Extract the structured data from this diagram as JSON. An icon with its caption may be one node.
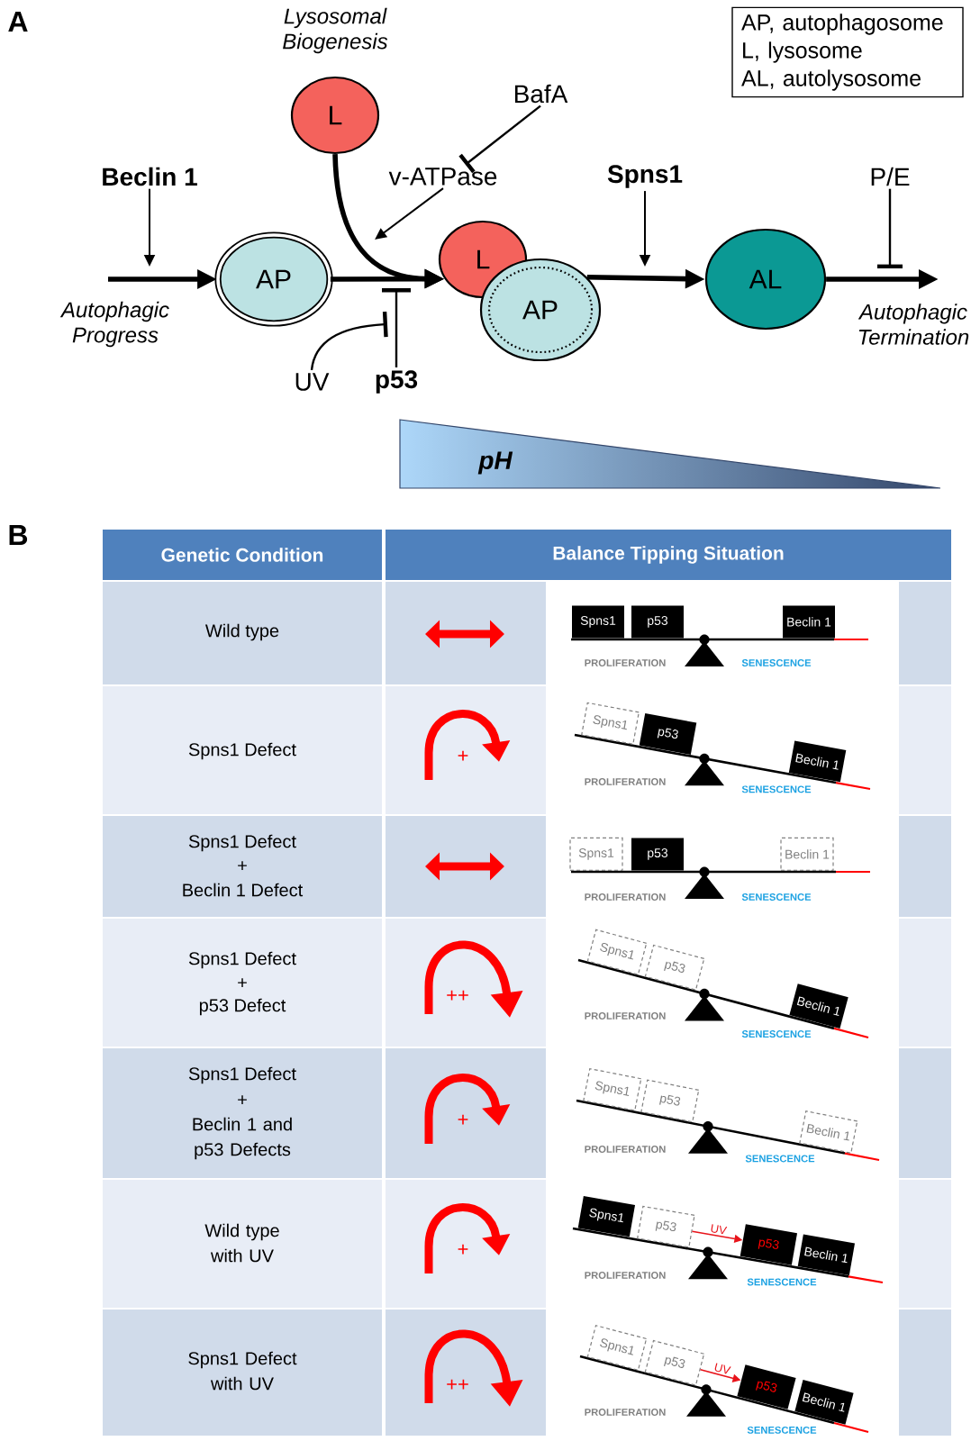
{
  "diagram": {
    "nodes": [
      {
        "text": [
          "L"
        ],
        "beside": [
          "Lysosomal Biogenesis"
        ]
      },
      {
        "text": [
          "BafA"
        ]
      },
      {
        "text": [
          "v-ATPase"
        ]
      },
      {
        "text": [
          "Beclin 1"
        ]
      },
      {
        "text": [
          "AP"
        ]
      },
      {
        "text": [
          "L"
        ]
      },
      {
        "text": [
          "AP"
        ]
      },
      {
        "text": [
          "Spns1"
        ]
      },
      {
        "text": [
          "AL"
        ]
      },
      {
        "text": [
          "P/E"
        ]
      },
      {
        "text": [
          "UV"
        ]
      },
      {
        "text": [
          "p53"
        ]
      },
      {
        "text": [
          "AP, autophagosome",
          "L, lysosome",
          "AL, autolysosome"
        ]
      },
      {
        "text": [
          "pH"
        ]
      },
      {
        "text": [
          "Spns1"
        ]
      },
      {
        "text": [
          "p53"
        ]
      },
      {
        "text": [
          "Beclin 1"
        ]
      },
      {
        "text": [
          "Spns1"
        ]
      },
      {
        "text": [
          "p53"
        ]
      },
      {
        "text": [
          "Beclin 1"
        ]
      },
      {
        "text": [
          "Spns1"
        ]
      },
      {
        "text": [
          "p53"
        ]
      },
      {
        "text": [
          "Beclin 1"
        ]
      },
      {
        "text": [
          "Spns1"
        ]
      },
      {
        "text": [
          "p53"
        ]
      },
      {
        "text": [
          "Beclin 1"
        ]
      },
      {
        "text": [
          "Spns1"
        ]
      },
      {
        "text": [
          "p53"
        ]
      },
      {
        "text": [
          "Beclin 1"
        ]
      },
      {
        "text": [
          "Spns1"
        ]
      },
      {
        "text": [
          "p53"
        ]
      },
      {
        "text": [
          "p53"
        ]
      },
      {
        "text": [
          "Beclin 1"
        ]
      },
      {
        "text": [
          "Spns1"
        ]
      },
      {
        "text": [
          "p53"
        ]
      },
      {
        "text": [
          "p53"
        ]
      },
      {
        "text": [
          "Beclin 1"
        ]
      }
    ],
    "edges": [
      {
        "from": 3,
        "to": null,
        "arrow": "to"
      },
      {
        "from": null,
        "to": 4,
        "arrow": "to",
        "label": "Autophagic Progress",
        "style": "thick"
      },
      {
        "from": 4,
        "to": 5,
        "arrow": "to",
        "style": "thick"
      },
      {
        "from": 0,
        "to": 5,
        "arrow": "to",
        "style": "thick"
      },
      {
        "from": 1,
        "to": 2,
        "arrow": "other"
      },
      {
        "from": 2,
        "to": null,
        "arrow": "to"
      },
      {
        "from": 11,
        "to": null,
        "arrow": "other"
      },
      {
        "from": 10,
        "to": 11,
        "arrow": "other"
      },
      {
        "from": 6,
        "to": 8,
        "arrow": "to",
        "style": "thick"
      },
      {
        "from": 7,
        "to": null,
        "arrow": "to"
      },
      {
        "from": 8,
        "to": null,
        "arrow": "to",
        "label": "Autophagic Termination",
        "style": "thick"
      },
      {
        "from": 9,
        "to": null,
        "arrow": "other"
      },
      {
        "from": 30,
        "to": 31,
        "arrow": "to",
        "label": "UV",
        "color": "#e8141b"
      },
      {
        "from": 34,
        "to": 35,
        "arrow": "to",
        "label": "UV",
        "color": "#e8141b"
      }
    ],
    "labels": [
      "A",
      "B",
      "Genetic Condition",
      "Balance Tipping Situation",
      "Wild type",
      "PROLIFERATION",
      "SENESCENCE",
      "Spns1 Defect",
      "+",
      "PROLIFERATION",
      "SENESCENCE",
      "Spns1 Defect",
      "+",
      "Beclin 1 Defect",
      "PROLIFERATION",
      "SENESCENCE",
      "Spns1 Defect",
      "+",
      "p53 Defect",
      "++",
      "PROLIFERATION",
      "SENESCENCE",
      "Spns1 Defect",
      "+",
      "Beclin 1 and p53 Defects",
      "+",
      "PROLIFERATION",
      "SENESCENCE",
      "Wild type with UV",
      "+",
      "PROLIFERATION",
      "SENESCENCE",
      "Spns1 Defect with UV",
      "++",
      "PROLIFERATION",
      "SENESCENCE"
    ]
  }
}
